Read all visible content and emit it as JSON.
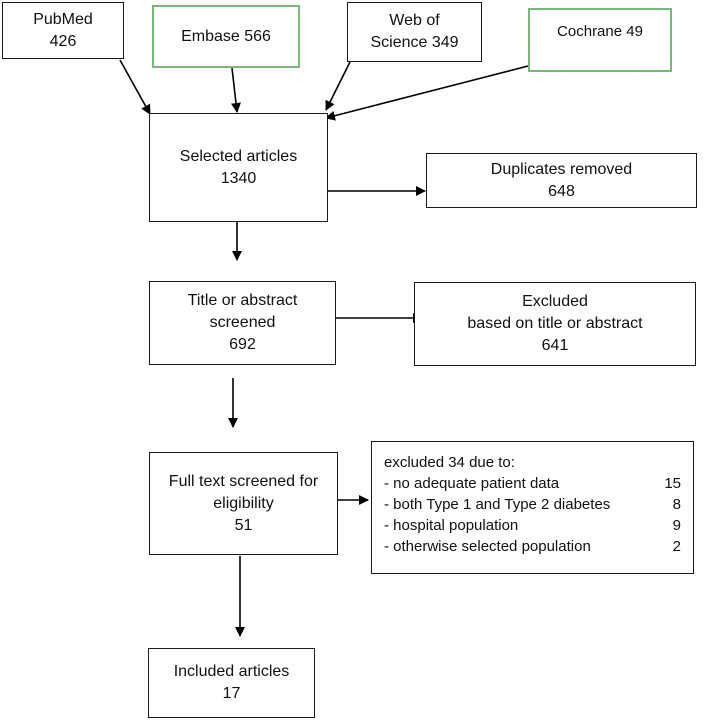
{
  "sources": {
    "pubmed": {
      "name": "PubMed",
      "count": "426"
    },
    "embase": {
      "label": "Embase 566"
    },
    "wos": {
      "line1": "Web of",
      "line2": "Science 349"
    },
    "cochrane": {
      "label": "Cochrane 49"
    }
  },
  "selected": {
    "label": "Selected articles",
    "count": "1340"
  },
  "duplicates": {
    "label": "Duplicates removed",
    "count": "648"
  },
  "title_screen": {
    "line1": "Title or abstract",
    "line2": "screened",
    "count": "692"
  },
  "excluded_title": {
    "line1": "Excluded",
    "line2": "based on title or abstract",
    "count": "641"
  },
  "fulltext": {
    "line1": "Full text screened for",
    "line2": "eligibility",
    "count": "51"
  },
  "excluded_full": {
    "header": "excluded 34 due to:",
    "reasons": [
      {
        "label": "- no adequate patient data",
        "count": "15"
      },
      {
        "label": "- both Type 1 and Type 2 diabetes",
        "count": "8"
      },
      {
        "label": "- hospital population",
        "count": "9"
      },
      {
        "label": "- otherwise selected population",
        "count": "2"
      }
    ]
  },
  "included": {
    "label": "Included articles",
    "count": "17"
  },
  "colors": {
    "border": "#1a1a1a",
    "source_accent": "#7ab87a"
  }
}
